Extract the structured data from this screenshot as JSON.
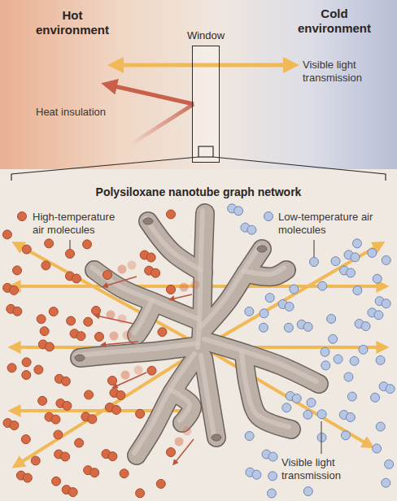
{
  "diagram": {
    "nodes": [
      {
        "text": [
          "Window"
        ]
      }
    ],
    "labels": [
      "Hot environment",
      "Cold environment",
      "Visible light transmission",
      "Heat insulation",
      "Polysiloxane nanotube graph network",
      "High-temperature air molecules",
      "Low-temperature air molecules",
      "Visible light transmission"
    ]
  }
}
